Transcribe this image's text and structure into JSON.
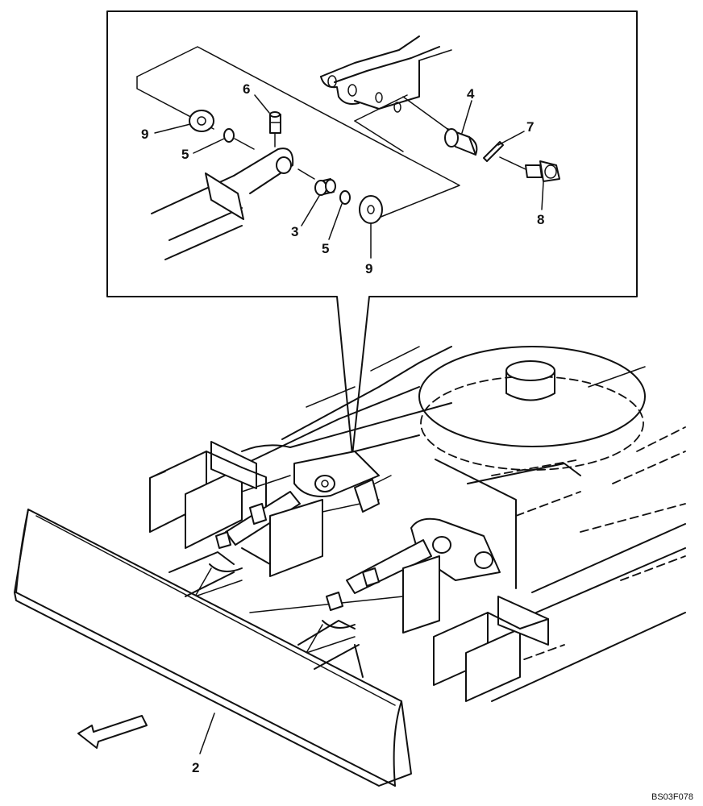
{
  "callouts": {
    "bushing": "3",
    "pin": "4",
    "o_ring_upper": "5",
    "o_ring_lower": "5",
    "grease_fitting": "6",
    "lock_pin": "7",
    "bolt": "8",
    "washer_upper": "9",
    "washer_lower": "9",
    "blade": "2"
  },
  "figure_code": "BS03F078"
}
